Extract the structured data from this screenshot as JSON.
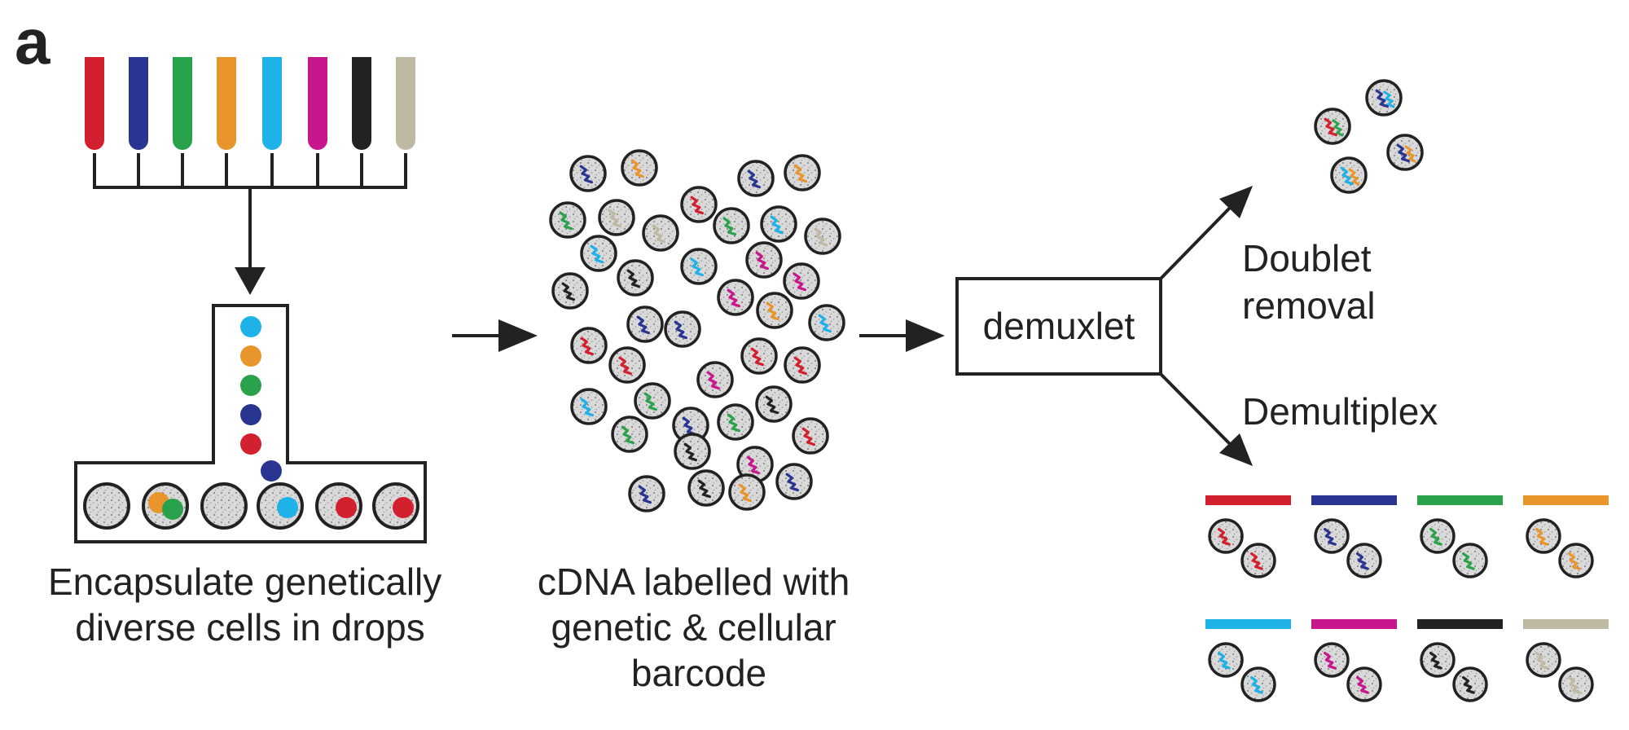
{
  "panel_letter": "a",
  "colors": {
    "red": "#d3202e",
    "navy": "#2a3591",
    "green": "#2aa24b",
    "orange": "#e8962b",
    "cyan": "#1fb2e8",
    "magenta": "#c8168c",
    "black": "#222222",
    "tan": "#bfb8a2"
  },
  "tube_colors": [
    "red",
    "navy",
    "green",
    "orange",
    "cyan",
    "magenta",
    "black",
    "tan"
  ],
  "channel_dots": [
    "cyan",
    "orange",
    "green",
    "navy",
    "red"
  ],
  "channel_extra_dot": "navy",
  "drops": [
    {
      "dots": []
    },
    {
      "dots": [
        "orange",
        "green"
      ]
    },
    {
      "dots": []
    },
    {
      "dots": [
        "cyan"
      ]
    },
    {
      "dots": [
        "red"
      ]
    },
    {
      "dots": [
        "red"
      ]
    }
  ],
  "step1_label": [
    "Encapsulate genetically",
    "diverse cells in drops"
  ],
  "step2_label": [
    "cDNA labelled with",
    "genetic & cellular",
    "barcode"
  ],
  "demuxlet_label": "demuxlet",
  "doublet_label": [
    "Doublet",
    "removal"
  ],
  "demultiplex_label": "Demultiplex",
  "cloud_cells": [
    "navy",
    "orange",
    "navy",
    "orange",
    "green",
    "tan",
    "tan",
    "red",
    "green",
    "cyan",
    "tan",
    "cyan",
    "black",
    "cyan",
    "magenta",
    "black",
    "magenta",
    "orange",
    "magenta",
    "cyan",
    "navy",
    "navy",
    "red",
    "red",
    "magenta",
    "red",
    "red",
    "cyan",
    "green",
    "navy",
    "green",
    "black",
    "green",
    "black",
    "black",
    "magenta",
    "red",
    "navy",
    "orange",
    "navy"
  ],
  "doublet_cells": [
    [
      "red",
      "green"
    ],
    [
      "navy",
      "cyan"
    ],
    [
      "cyan",
      "orange"
    ],
    [
      "navy",
      "orange"
    ]
  ],
  "groups": [
    "red",
    "navy",
    "green",
    "orange",
    "cyan",
    "magenta",
    "black",
    "tan"
  ]
}
